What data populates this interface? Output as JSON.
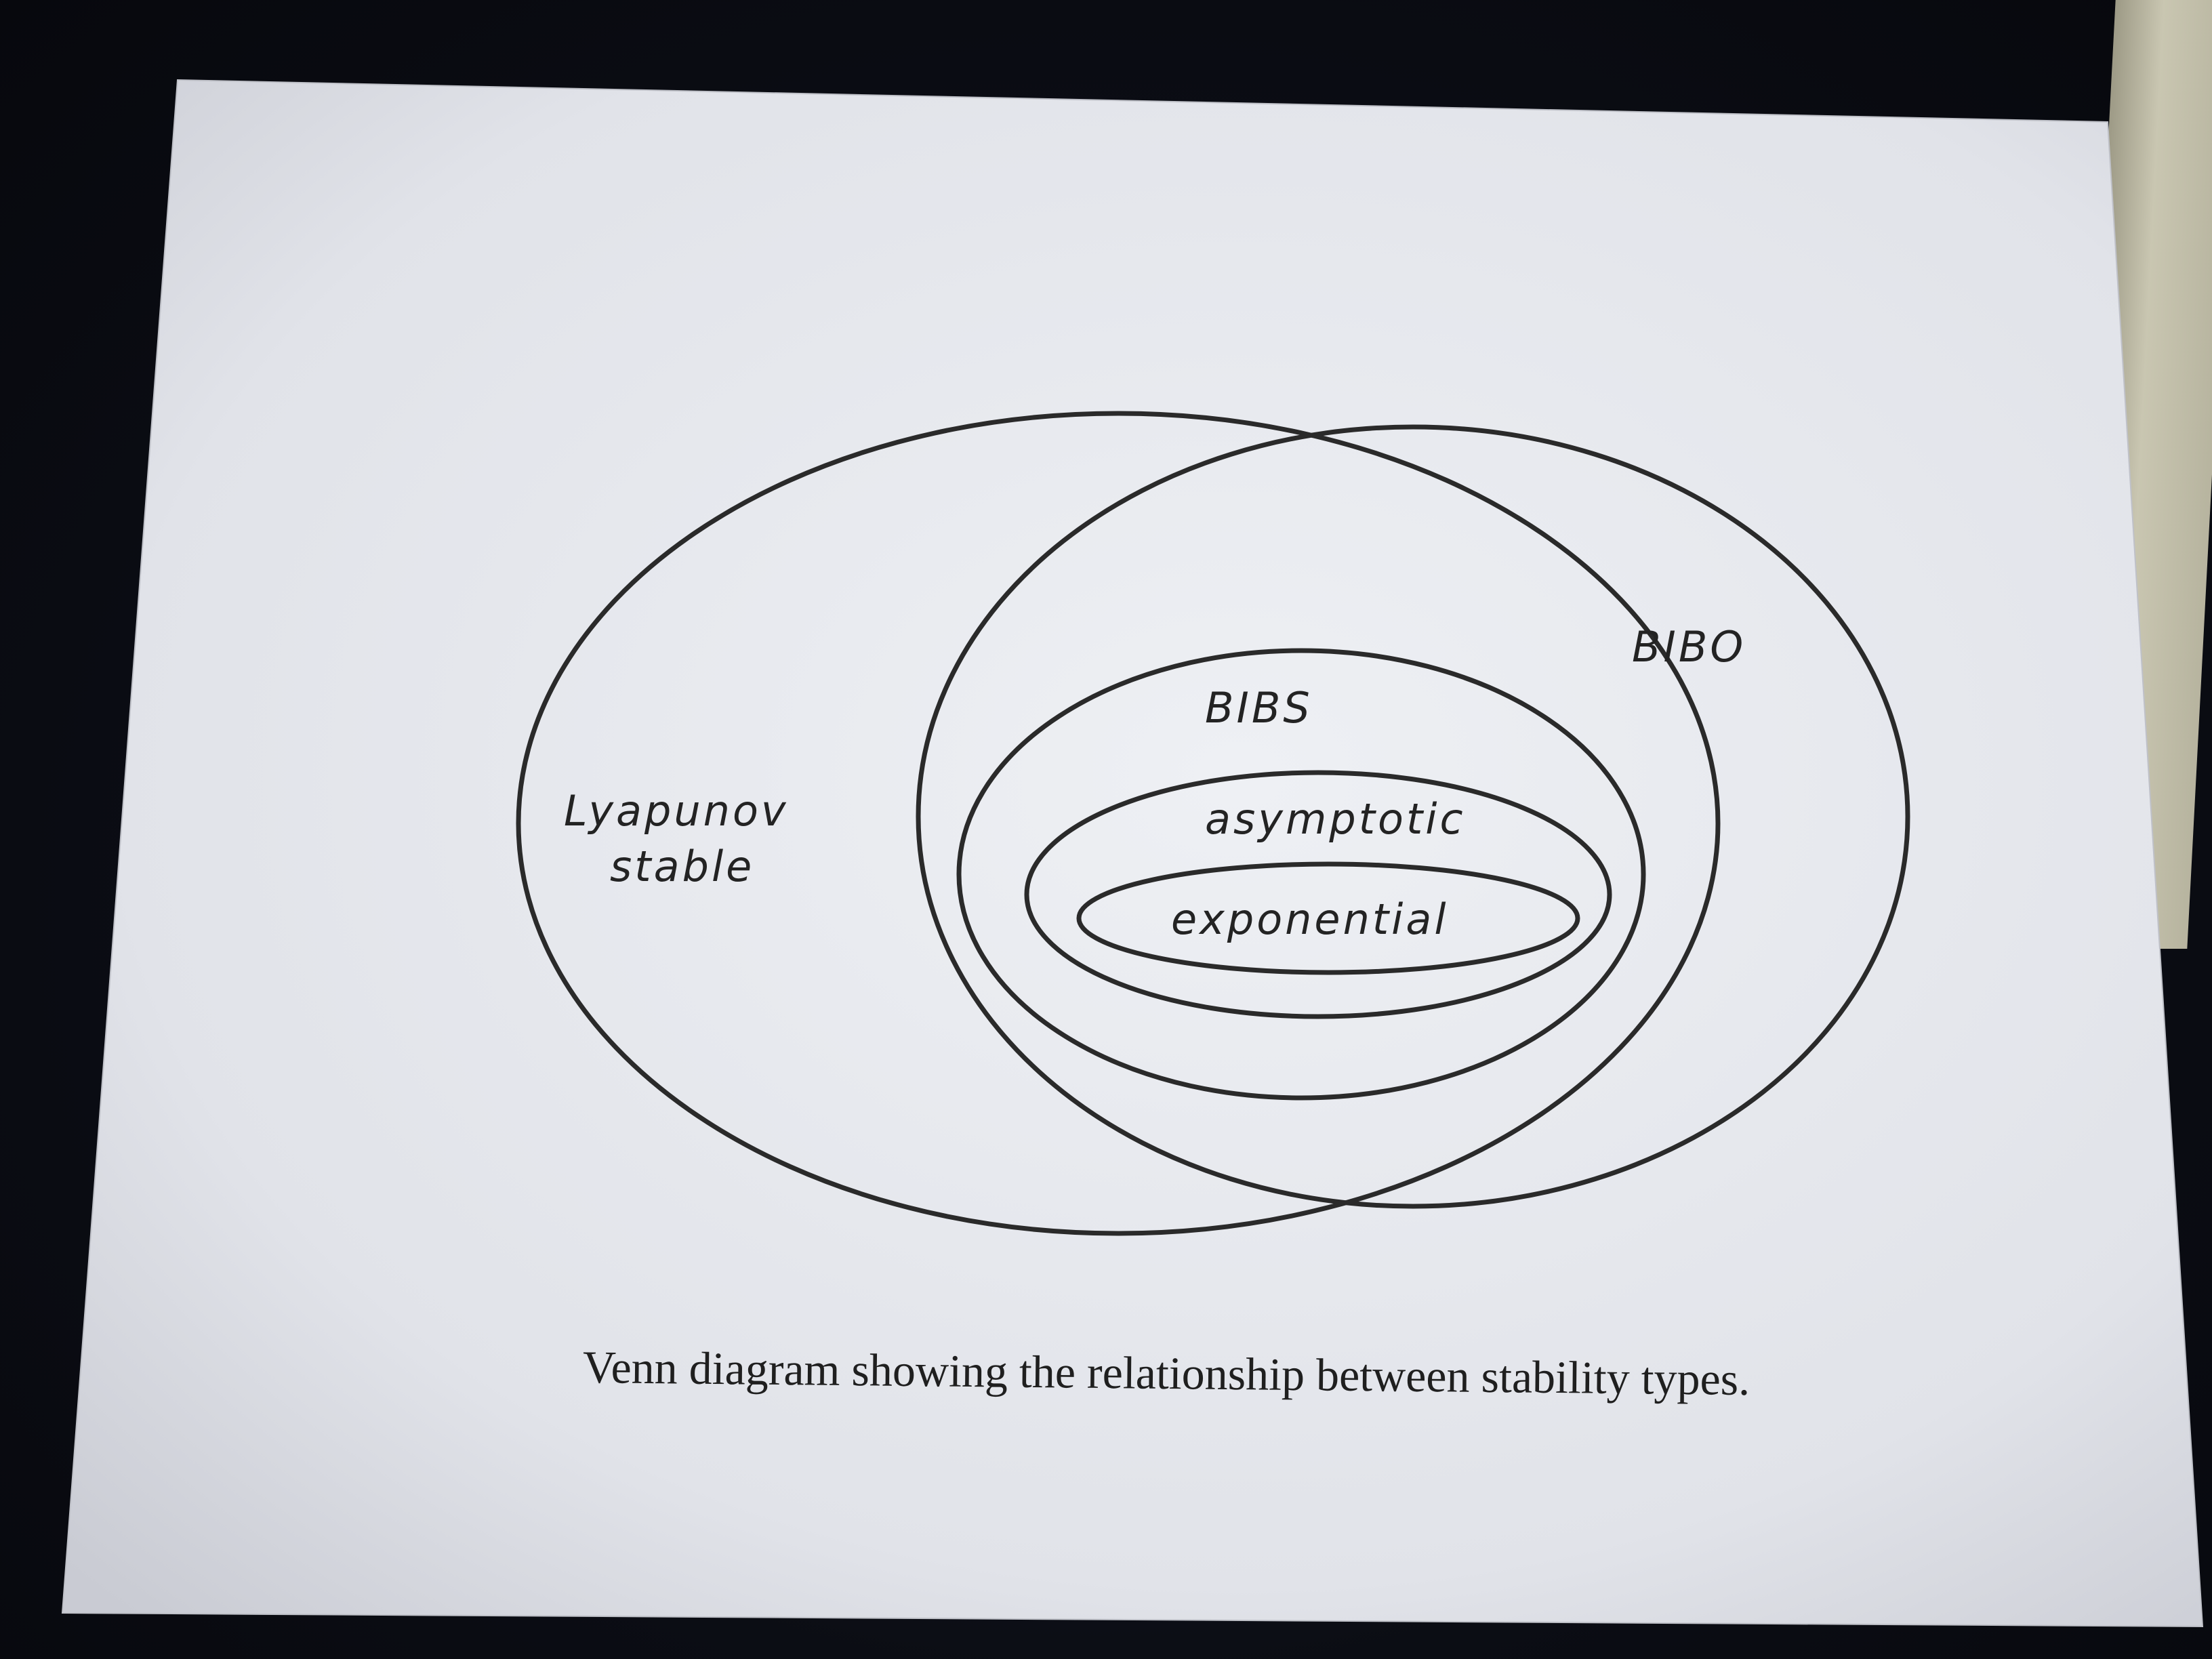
{
  "diagram": {
    "sets": [
      {
        "id": "lyapunov",
        "label_lines": [
          "Lyapunov",
          "stable"
        ]
      },
      {
        "id": "bibo",
        "label": "BIBO"
      },
      {
        "id": "bibs",
        "label": "BIBS"
      },
      {
        "id": "asymptotic",
        "label": "asymptotic"
      },
      {
        "id": "exponential",
        "label": "exponential"
      }
    ],
    "caption": "Venn diagram showing the relationship between stability types."
  },
  "colors": {
    "paper": "#e6e7ec",
    "ink": "#2a2a2a",
    "background": "#0d0f16"
  }
}
